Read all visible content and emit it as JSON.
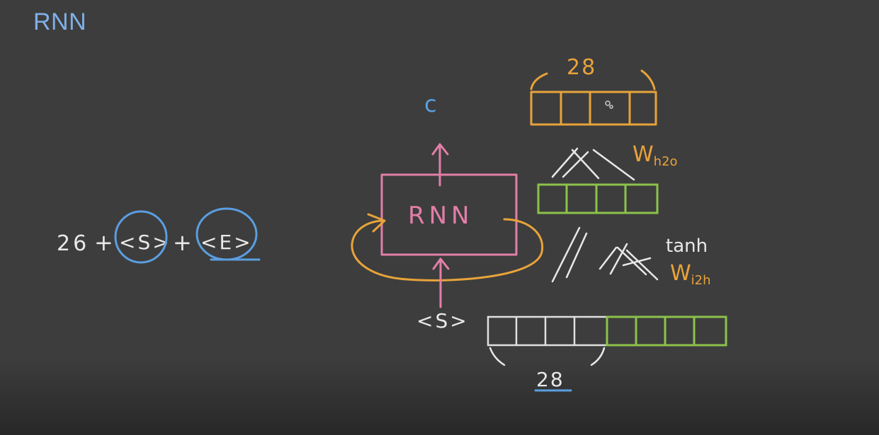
{
  "title": "RNN",
  "formula": {
    "number": "26",
    "plus": "+",
    "start_token": "<S>",
    "end_token": "<E>"
  },
  "diagram": {
    "rnn_label": "RNN",
    "input_token": "<S>",
    "output_char": "c",
    "output_width_label": "28",
    "hidden_out_weight": "Wh2o",
    "activation": "tanh",
    "input_hidden_weight": "Wi2h",
    "input_width_label": "28"
  },
  "colors": {
    "background": "#3d3d3d",
    "title": "#7fb0e8",
    "chalk": "#e8e8e8",
    "pink": "#e27fa8",
    "orange": "#e8a33a",
    "green": "#8cc24a",
    "blue": "#5b9ee0"
  }
}
